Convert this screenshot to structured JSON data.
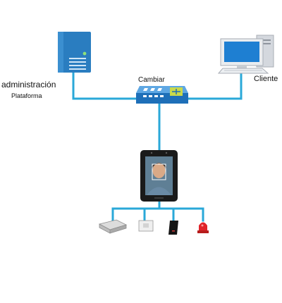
{
  "labels": {
    "admin": "administración",
    "platform": "Plataforma",
    "switch": "Cambiar",
    "client": "Cliente"
  },
  "colors": {
    "link": "#2aa8d8",
    "server": "#2a7dc0",
    "switch": "#1e6fb8",
    "monitor": "#1e7fd2",
    "terminal": "#1a1a1a"
  },
  "icons": {
    "server": "server-icon",
    "switch": "network-switch-icon",
    "client": "desktop-computer-icon",
    "terminal": "face-recognition-terminal-icon",
    "peripherals": [
      "magnetic-lock-icon",
      "exit-button-icon",
      "card-reader-icon",
      "alarm-light-icon"
    ]
  }
}
